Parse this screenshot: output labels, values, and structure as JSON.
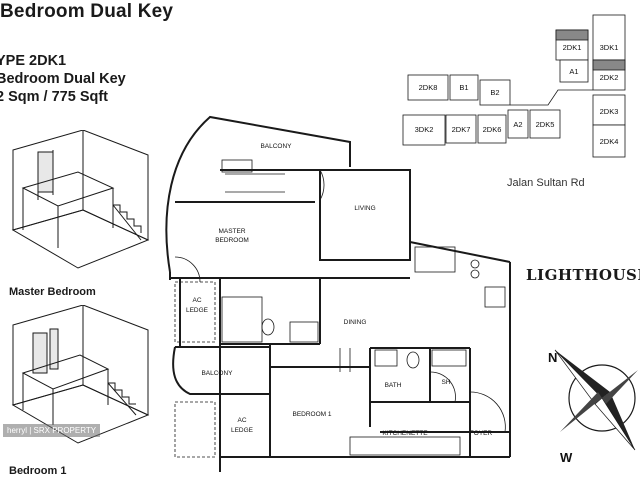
{
  "header": {
    "title": "Bedroom Dual Key",
    "type_line": "YPE 2DK1",
    "name_line": "Bedroom Dual Key",
    "area_line": "2 Sqm  /  775 Sqft"
  },
  "iso_captions": {
    "master": "Master Bedroom",
    "bedroom1": "Bedroom 1"
  },
  "key_plan": {
    "units": [
      "2DK1",
      "3DK1",
      "A1",
      "2DK2",
      "2DK8",
      "B1",
      "B2",
      "2DK3",
      "3DK2",
      "2DK7",
      "2DK6",
      "A2",
      "2DK5",
      "2DK4"
    ],
    "road": "Jalan Sultan Rd"
  },
  "floor_plan": {
    "rooms": {
      "balcony_top": "BALCONY",
      "living": "LIVING",
      "master": "MASTER",
      "master_sub": "BEDROOM",
      "ac_ledge_1": "AC",
      "ac_ledge_1b": "LEDGE",
      "dining": "DINING",
      "balcony_left": "BALCONY",
      "bedroom1": "BEDROOM 1",
      "ac_ledge_2": "AC",
      "ac_ledge_2b": "LEDGE",
      "bath": "BATH",
      "sh": "SH",
      "kitchenette": "KITCHENETTE",
      "foyer": "FOYER"
    }
  },
  "stamp": "LIGHTHOUSE",
  "compass": {
    "n": "N",
    "w": "W"
  },
  "watermark": "herryl | SRX PROPERTY",
  "colors": {
    "line": "#1a1a1a",
    "hatch": "#555555"
  }
}
